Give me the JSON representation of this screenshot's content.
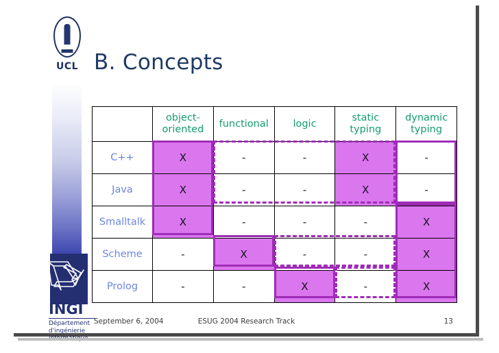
{
  "slide": {
    "title": "B. Concepts",
    "accent_purple": "#a02bb8",
    "highlight_fill": "#da76ee",
    "header_text_color": "#159c6d",
    "row_label_color": "#6b86e0",
    "title_color": "#1d3a66"
  },
  "branding": {
    "ucl_label": "UCL",
    "ingi_label": "INGI",
    "ingi_sub_line1": "Département",
    "ingi_sub_line2": "d'ingénierie",
    "ingi_sub_line3": "informatique"
  },
  "table": {
    "columns": [
      "",
      "object-oriented",
      "functional",
      "logic",
      "static typing",
      "dynamic typing"
    ],
    "column_lines": [
      [
        "",
        ""
      ],
      [
        "object-",
        "oriented"
      ],
      [
        "functional",
        ""
      ],
      [
        "logic",
        ""
      ],
      [
        "static",
        "typing"
      ],
      [
        "dynamic",
        "typing"
      ]
    ],
    "rows": [
      {
        "label": "C++",
        "cells": [
          "X",
          "-",
          "-",
          "X",
          "-"
        ],
        "on": [
          true,
          false,
          false,
          true,
          false
        ]
      },
      {
        "label": "Java",
        "cells": [
          "X",
          "-",
          "-",
          "X",
          "-"
        ],
        "on": [
          true,
          false,
          false,
          true,
          false
        ]
      },
      {
        "label": "Smalltalk",
        "cells": [
          "X",
          "-",
          "-",
          "-",
          "X"
        ],
        "on": [
          true,
          false,
          false,
          false,
          true
        ]
      },
      {
        "label": "Scheme",
        "cells": [
          "-",
          "X",
          "-",
          "-",
          "X"
        ],
        "on": [
          false,
          true,
          false,
          false,
          true
        ]
      },
      {
        "label": "Prolog",
        "cells": [
          "-",
          "-",
          "X",
          "-",
          "X"
        ],
        "on": [
          false,
          false,
          true,
          false,
          true
        ]
      }
    ]
  },
  "footer": {
    "date": "September 6, 2004",
    "event": "ESUG 2004 Research Track",
    "page": "13"
  }
}
